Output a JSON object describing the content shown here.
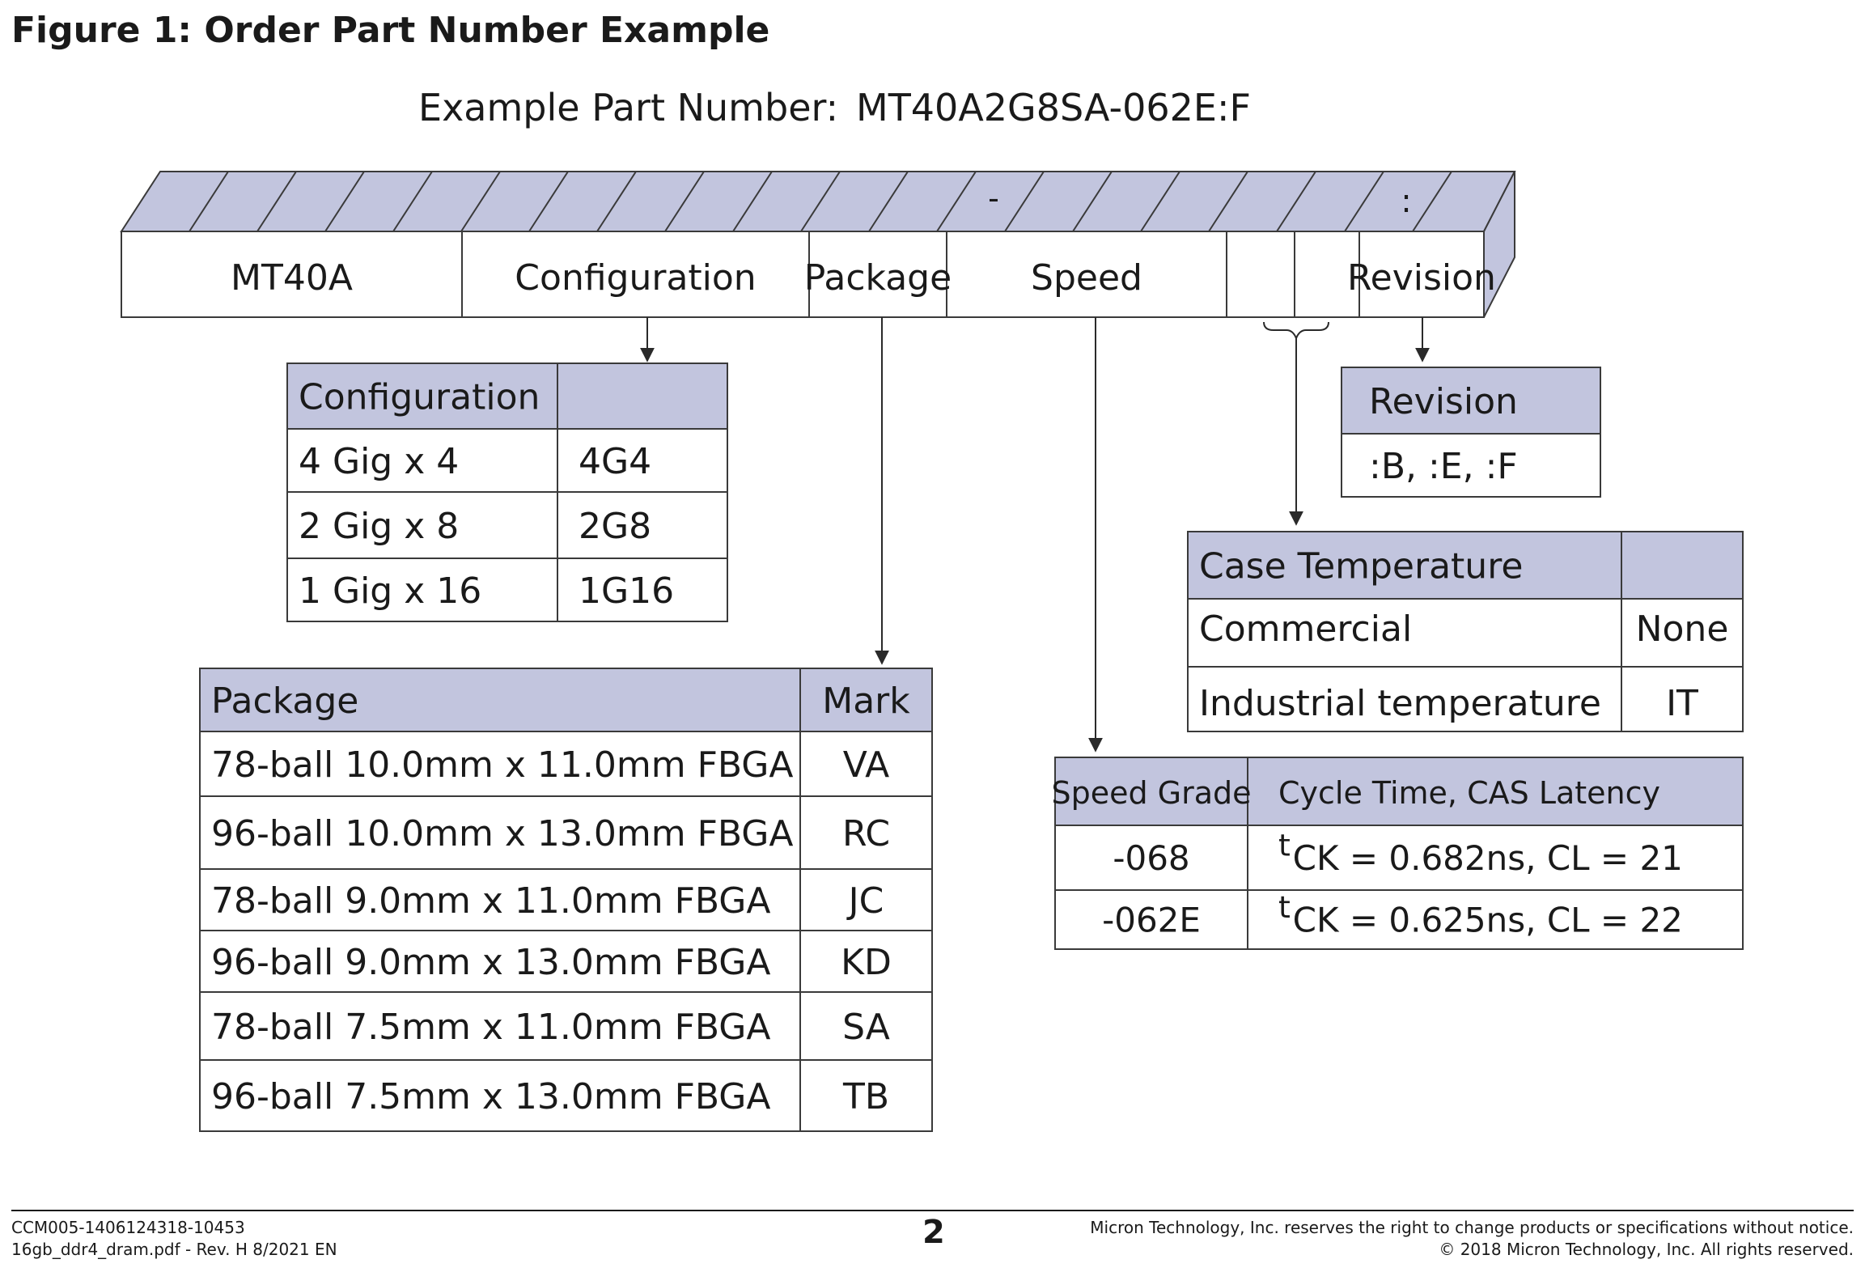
{
  "figure": {
    "title": "Figure 1: Order Part Number Example",
    "example_label": "Example Part Number:",
    "example_value": "MT40A2G8SA-062E:F"
  },
  "colors": {
    "header_fill": "#c2c5de",
    "line": "#3a3a3a",
    "text": "#1a1a1a"
  },
  "part_bar": {
    "separator_dash": "-",
    "separator_colon": ":",
    "fields": [
      "MT40A",
      "Configuration",
      "Package",
      "Speed",
      "",
      "",
      "Revision"
    ]
  },
  "configuration_table": {
    "header": [
      "Configuration",
      ""
    ],
    "rows": [
      [
        "4 Gig x 4",
        "4G4"
      ],
      [
        "2 Gig x 8",
        "2G8"
      ],
      [
        "1 Gig x 16",
        "1G16"
      ]
    ]
  },
  "package_table": {
    "header": [
      "Package",
      "Mark"
    ],
    "rows": [
      [
        "78-ball 10.0mm x 11.0mm FBGA",
        "VA"
      ],
      [
        "96-ball 10.0mm x 13.0mm FBGA",
        "RC"
      ],
      [
        "78-ball 9.0mm x 11.0mm FBGA",
        "JC"
      ],
      [
        "96-ball 9.0mm x 13.0mm FBGA",
        "KD"
      ],
      [
        "78-ball 7.5mm x 11.0mm FBGA",
        "SA"
      ],
      [
        "96-ball 7.5mm x 13.0mm FBGA",
        "TB"
      ]
    ]
  },
  "revision_table": {
    "header": [
      "Revision"
    ],
    "rows": [
      [
        ":B, :E, :F"
      ]
    ]
  },
  "temperature_table": {
    "header": [
      "Case Temperature",
      ""
    ],
    "rows": [
      [
        "Commercial",
        "None"
      ],
      [
        "Industrial temperature",
        "IT"
      ]
    ]
  },
  "speed_table": {
    "header": [
      "Speed Grade",
      "Cycle Time, CAS Latency"
    ],
    "rows": [
      [
        "-068",
        "t",
        "CK = 0.682ns, CL = 21"
      ],
      [
        "-062E",
        "t",
        "CK = 0.625ns, CL = 22"
      ]
    ]
  },
  "footer": {
    "left_line1": "CCM005-1406124318-10453",
    "left_line2": "16gb_ddr4_dram.pdf - Rev. H 8/2021 EN",
    "page": "2",
    "right_line1": "Micron Technology, Inc. reserves the right to change products or specifications without notice.",
    "right_line2": "© 2018 Micron Technology, Inc. All rights reserved."
  }
}
